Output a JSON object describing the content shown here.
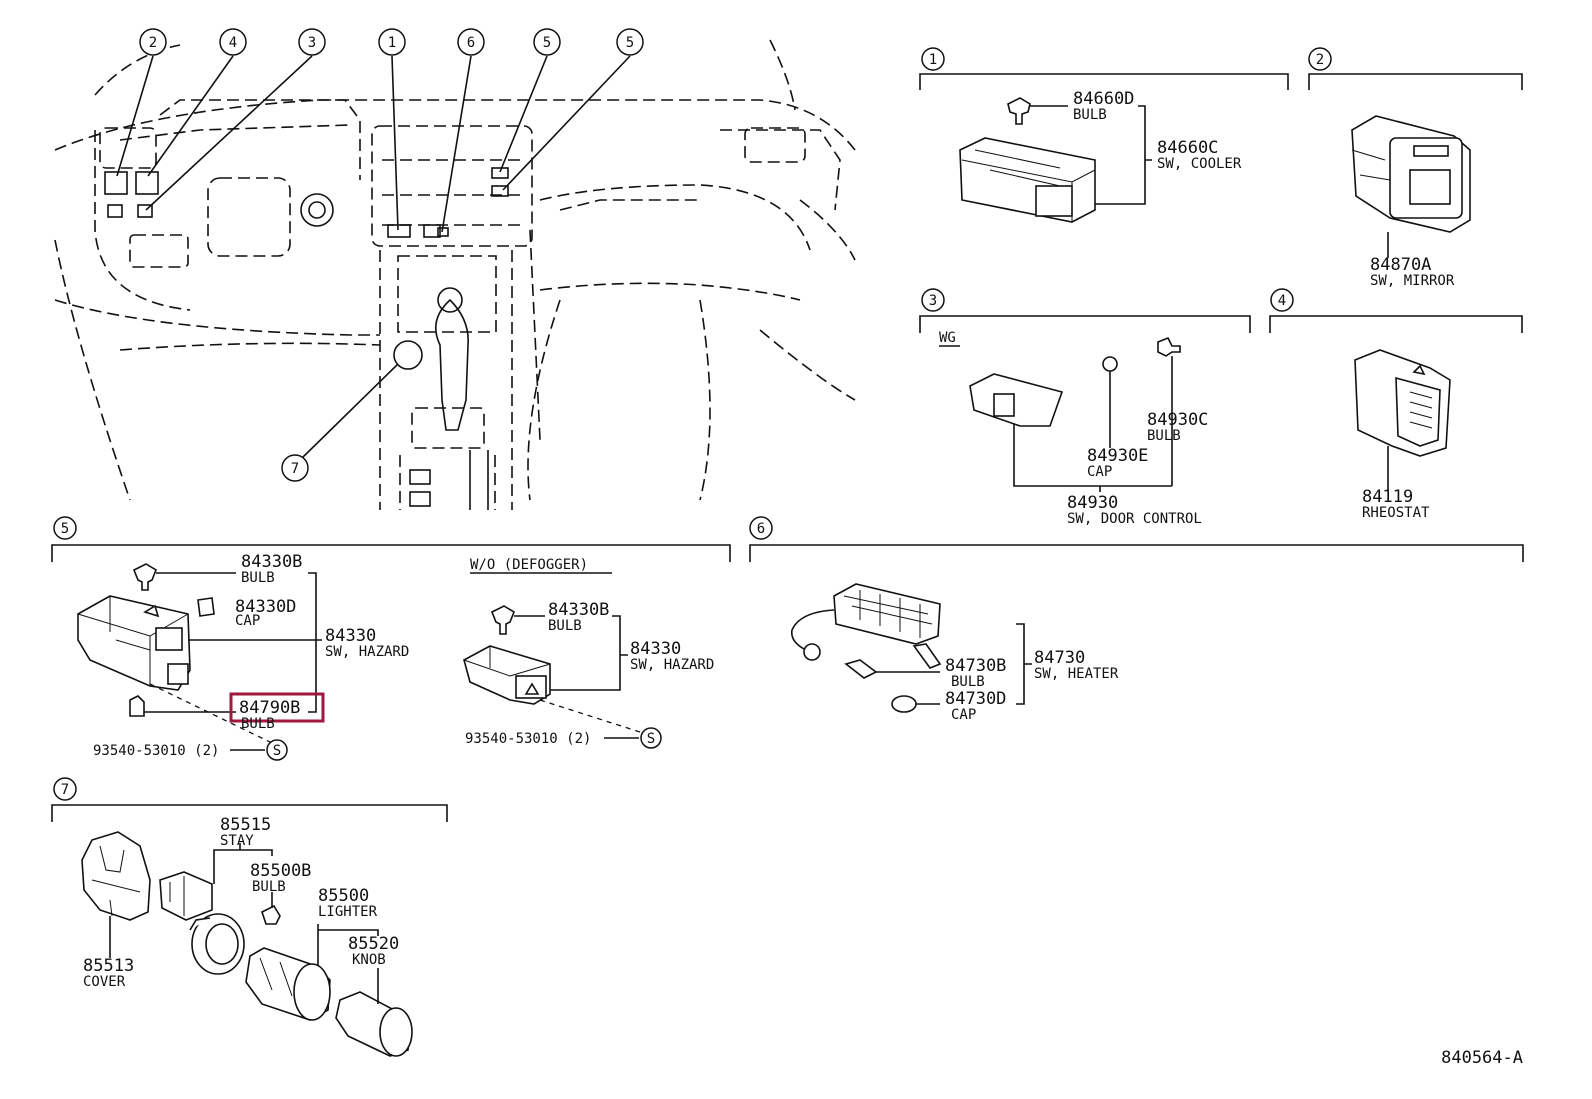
{
  "diagram_code": "840564-A",
  "callouts_top": [
    "2",
    "4",
    "3",
    "1",
    "6",
    "5",
    "5",
    "7"
  ],
  "groups": {
    "g1": {
      "num": "1",
      "parts": [
        {
          "pn": "84660D",
          "desc": "BULB"
        },
        {
          "pn": "84660C",
          "desc": "SW, COOLER"
        }
      ]
    },
    "g2": {
      "num": "2",
      "parts": [
        {
          "pn": "84870A",
          "desc": "SW, MIRROR"
        }
      ]
    },
    "g3": {
      "num": "3",
      "variant": "WG",
      "parts": [
        {
          "pn": "84930C",
          "desc": "BULB"
        },
        {
          "pn": "84930E",
          "desc": "CAP"
        },
        {
          "pn": "84930",
          "desc": "SW, DOOR CONTROL"
        }
      ]
    },
    "g4": {
      "num": "4",
      "parts": [
        {
          "pn": "84119",
          "desc": "RHEOSTAT"
        }
      ]
    },
    "g5": {
      "num": "5",
      "parts": [
        {
          "pn": "84330B",
          "desc": "BULB"
        },
        {
          "pn": "84330D",
          "desc": "CAP"
        },
        {
          "pn": "84330",
          "desc": "SW, HAZARD"
        },
        {
          "pn": "84790B",
          "desc": "BULB"
        },
        {
          "pn": "93540-53010 (2)",
          "desc": "S"
        }
      ],
      "variant_title": "W/O  (DEFOGGER)",
      "variant_parts": [
        {
          "pn": "84330B",
          "desc": "BULB"
        },
        {
          "pn": "84330",
          "desc": "SW, HAZARD"
        },
        {
          "pn": "93540-53010 (2)",
          "desc": "S"
        }
      ]
    },
    "g6": {
      "num": "6",
      "parts": [
        {
          "pn": "84730B",
          "desc": "BULB"
        },
        {
          "pn": "84730",
          "desc": "SW, HEATER"
        },
        {
          "pn": "84730D",
          "desc": "CAP"
        }
      ]
    },
    "g7": {
      "num": "7",
      "parts": [
        {
          "pn": "85515",
          "desc": "STAY"
        },
        {
          "pn": "85500B",
          "desc": "BULB"
        },
        {
          "pn": "85500",
          "desc": "LIGHTER"
        },
        {
          "pn": "85520",
          "desc": "KNOB"
        },
        {
          "pn": "85513",
          "desc": "COVER"
        }
      ]
    }
  },
  "highlight": {
    "pn": "84790B",
    "color": "#a0173f"
  }
}
